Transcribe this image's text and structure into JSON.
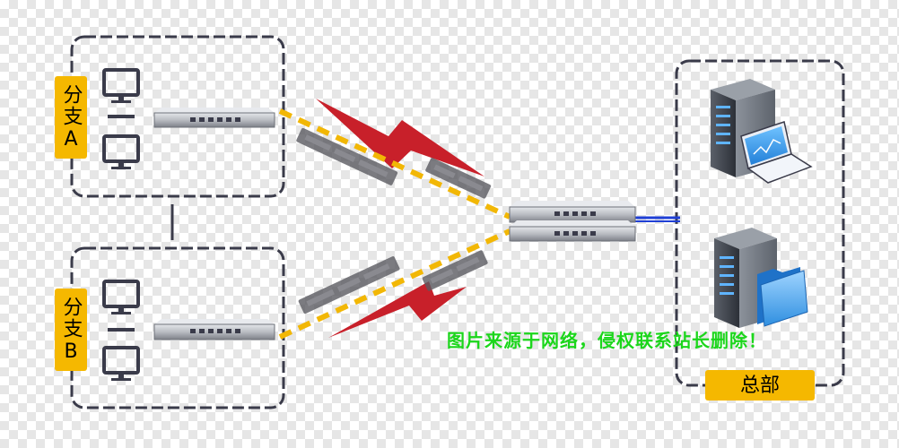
{
  "branch_a": {
    "line1": "分支",
    "line2": "A"
  },
  "branch_b": {
    "line1": "分支",
    "line2": "B"
  },
  "hq": {
    "label": "总部"
  },
  "watermark": "图片来源于网络，侵权联系站长删除！",
  "colors": {
    "box_border": "#3a3b4a",
    "label_bg": "#f5b800",
    "vpn_line": "#f2b705",
    "lightning": "#c8202a",
    "lan_line": "#1f3fd6",
    "device_body": "#b9bcc2",
    "tunnel_label": "#5a5a60",
    "watermark": "#1bd61b"
  },
  "icons": [
    "monitor-icon",
    "rack-device-icon",
    "server-icon",
    "laptop-icon",
    "folder-icon",
    "lightning-icon"
  ]
}
